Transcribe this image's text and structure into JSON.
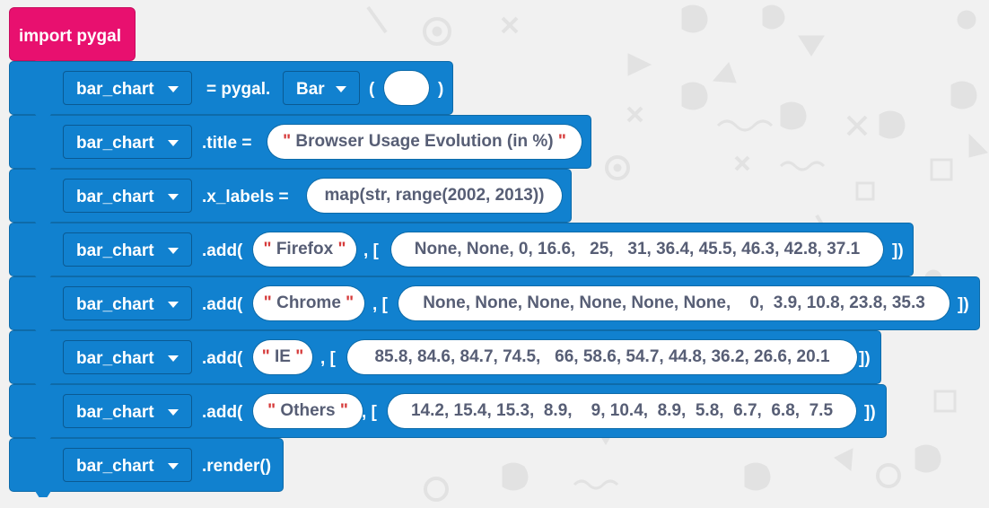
{
  "import_block": {
    "label": "import pygal"
  },
  "rows": [
    {
      "variable": "bar_chart",
      "op_label": "= pygal.",
      "class_select": "Bar",
      "open_paren": "(",
      "arg_value": "",
      "close_paren": ")"
    },
    {
      "variable": "bar_chart",
      "op_label": ".title =",
      "quote_open": "\"",
      "value": "Browser Usage Evolution (in %)",
      "quote_close": "\""
    },
    {
      "variable": "bar_chart",
      "op_label": ".x_labels =",
      "value": "map(str, range(2002, 2013))"
    },
    {
      "variable": "bar_chart",
      "op_label": ".add(",
      "quote_open": "\"",
      "name": "Firefox",
      "quote_close": "\"",
      "list_open": ", [",
      "values": "None, None, 0, 16.6,   25,   31, 36.4, 45.5, 46.3, 42.8, 37.1",
      "list_close": "])"
    },
    {
      "variable": "bar_chart",
      "op_label": ".add(",
      "quote_open": "\"",
      "name": "Chrome",
      "quote_close": "\"",
      "list_open": ", [",
      "values": "None, None, None, None, None, None,    0,  3.9, 10.8, 23.8, 35.3",
      "list_close": "])"
    },
    {
      "variable": "bar_chart",
      "op_label": ".add(",
      "quote_open": "\"",
      "name": "IE",
      "quote_close": "\"",
      "list_open": ", [",
      "values": "85.8, 84.6, 84.7, 74.5,   66, 58.6, 54.7, 44.8, 36.2, 26.6, 20.1",
      "list_close": "])"
    },
    {
      "variable": "bar_chart",
      "op_label": ".add(",
      "quote_open": "\"",
      "name": "Others",
      "quote_close": "\"",
      "list_open": ", [",
      "values": "14.2, 15.4, 15.3,  8.9,    9, 10.4,  8.9,  5.8,  6.7,  6.8,  7.5",
      "list_close": "])"
    },
    {
      "variable": "bar_chart",
      "op_label": ".render()"
    }
  ],
  "colors": {
    "import_block": "#e8106f",
    "code_block": "#1181cf",
    "field_text": "#575e75",
    "quote": "#d63b3b",
    "background": "#f1f1f1"
  }
}
